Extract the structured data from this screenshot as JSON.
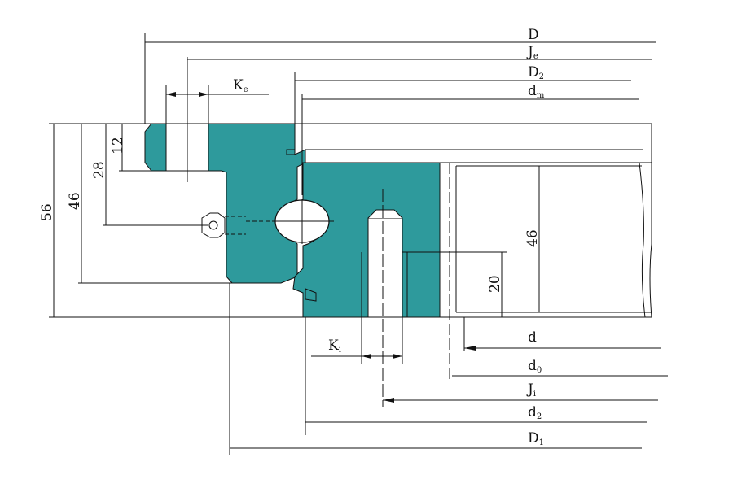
{
  "colors": {
    "ring_fill": "#2e9a9c",
    "line": "#111111",
    "background": "#ffffff"
  },
  "labels": {
    "D": {
      "main": "D",
      "sub": ""
    },
    "Je": {
      "main": "J",
      "sub": "e"
    },
    "D2": {
      "main": "D",
      "sub": "2"
    },
    "dm": {
      "main": "d",
      "sub": "m"
    },
    "Ke": {
      "main": "K",
      "sub": "e"
    },
    "Ki": {
      "main": "K",
      "sub": "i"
    },
    "d": {
      "main": "d",
      "sub": ""
    },
    "d0": {
      "main": "d",
      "sub": "0"
    },
    "Ji": {
      "main": "J",
      "sub": "i"
    },
    "d2": {
      "main": "d",
      "sub": "2"
    },
    "D1": {
      "main": "D",
      "sub": "1"
    }
  },
  "dims": {
    "h12": "12",
    "h28": "28",
    "h46_outer": "46",
    "h56": "56",
    "h46_inner": "46",
    "h20": "20"
  }
}
